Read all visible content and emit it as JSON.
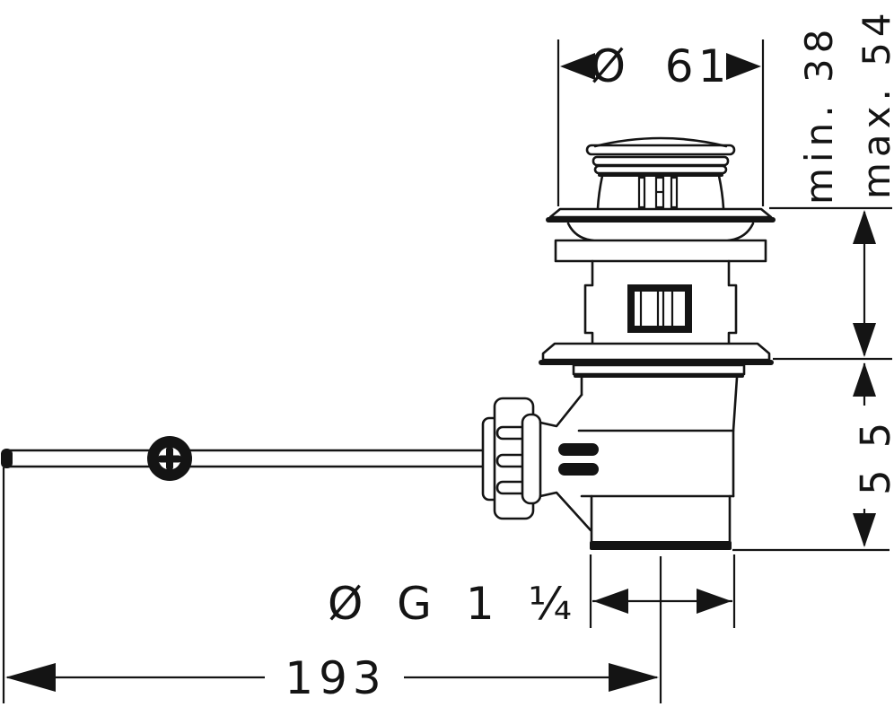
{
  "drawing_type": "technical-dimension-drawing",
  "subject": "pop-up-waste-valve-side-view",
  "dimensions": {
    "top_diameter": "Ø 61",
    "depth_min": "min. 38",
    "depth_max": "max. 54",
    "body_height": "55",
    "thread": "Ø G 1 ¼",
    "lever_length": "193"
  },
  "colors": {
    "line": "#141414",
    "background": "#ffffff"
  }
}
